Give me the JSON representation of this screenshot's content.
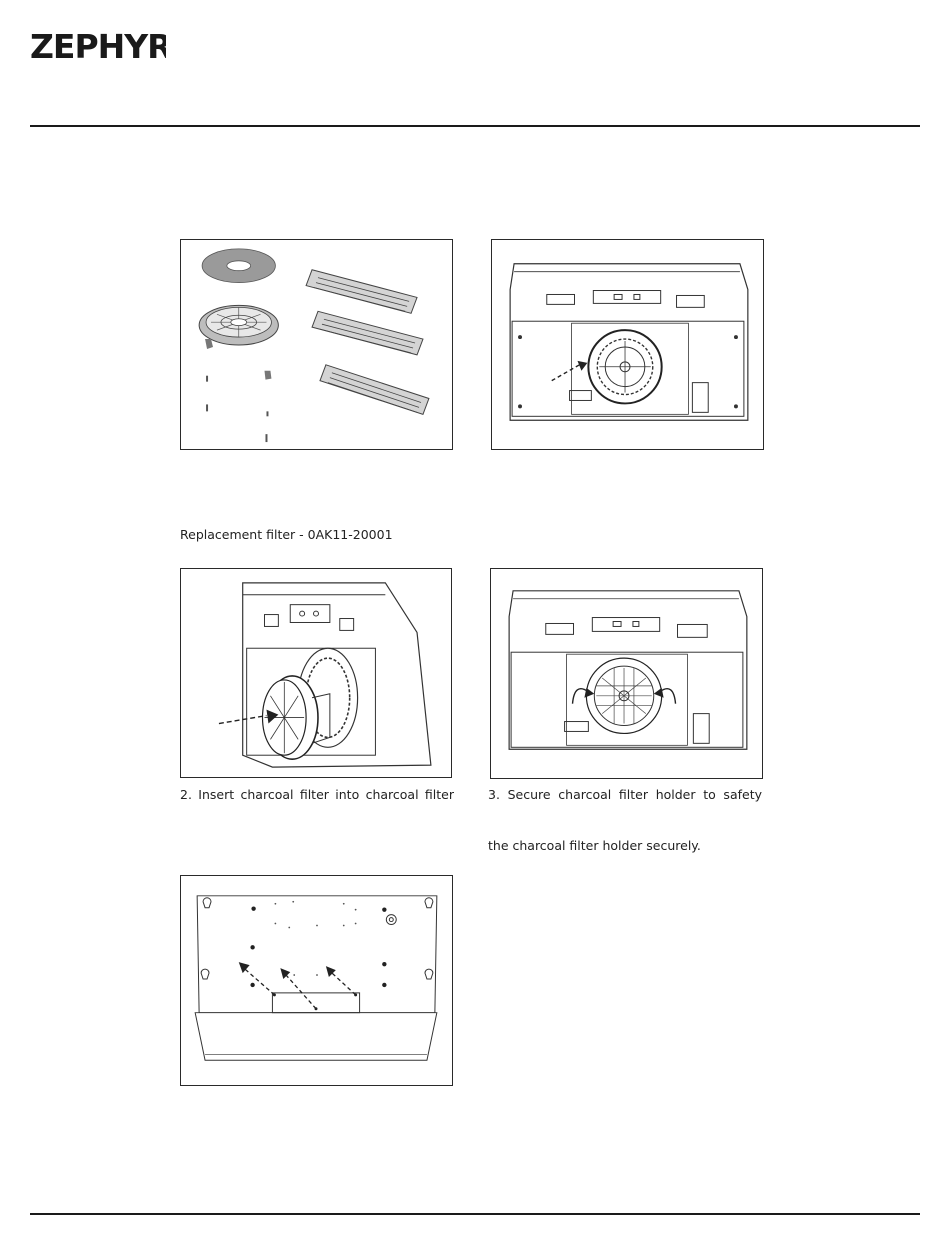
{
  "brand": {
    "logo_text": "ZEPHYR",
    "logo_icon": "zephyr-wordmark-logo"
  },
  "kit": {
    "replacement_filter_label": "Replacement filter - 0AK11-20001"
  },
  "steps": {
    "step2_text": "2.  Insert charcoal filter into charcoal filter",
    "step3_text": "3.  Secure charcoal filter holder to safety",
    "step3_text_cont": "the charcoal filter holder securely."
  },
  "colors": {
    "ink": "#1e1e1e",
    "line": "#2a2a2a",
    "gray_fill": "#8c8c8c"
  }
}
